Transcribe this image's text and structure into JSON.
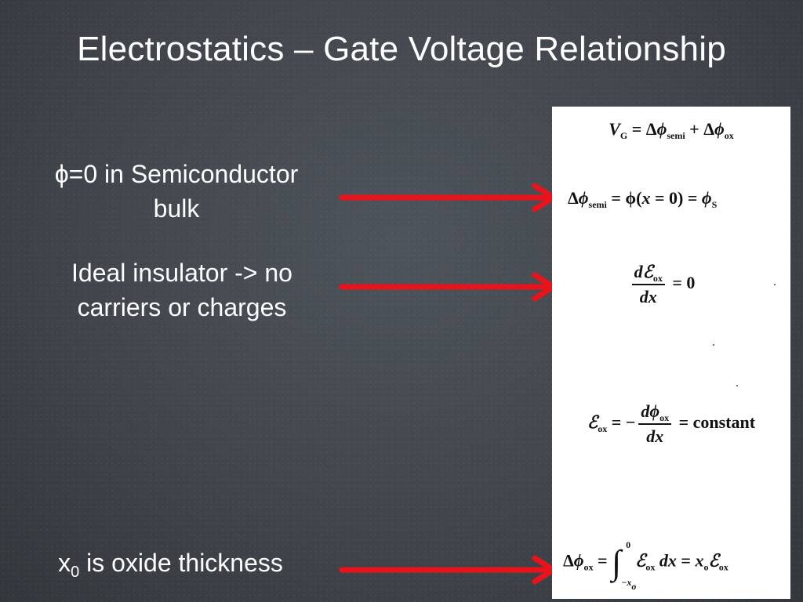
{
  "title": "Electrostatics – Gate Voltage Relationship",
  "annotations": [
    {
      "lines": [
        "ϕ=0 in Semiconductor",
        "bulk"
      ]
    },
    {
      "lines": [
        "Ideal insulator -> no",
        "carriers or charges"
      ]
    },
    {
      "subject": "x",
      "subscript": "0",
      "rest": " is oxide thickness"
    }
  ],
  "colors": {
    "arrow": "#e8131b",
    "panel_background": "#ffffff",
    "slide_background": "#44494f",
    "text": "#ffffff"
  },
  "equations": {
    "eq1": {
      "v": "V",
      "v_sub": "G",
      "eq": " = Δ",
      "phi1": "ϕ",
      "semi": "semi",
      "plus": " + Δ",
      "phi2": "ϕ",
      "ox": "ox"
    },
    "eq2": {
      "delta": "Δ",
      "phi": "ϕ",
      "semi": "semi",
      "mid": " = ϕ(",
      "x": "x",
      "paren": " = 0) = ",
      "phi_s": "ϕ",
      "s": "S"
    },
    "eq3": {
      "num_d": "d",
      "num_e": "ℰ",
      "num_ox": "ox",
      "den_d": "d",
      "den_x": "x",
      "rhs": " = 0"
    },
    "eq4": {
      "e": "ℰ",
      "ox": "ox",
      "eq_minus": " = −",
      "num_d": "d",
      "num_phi": "ϕ",
      "num_ox": "ox",
      "den_d": "d",
      "den_x": "x",
      "rhs": " = constant"
    },
    "eq5": {
      "delta": "Δ",
      "phi": "ϕ",
      "ox": "ox",
      "eq": " = ",
      "upper": "0",
      "lower_x": "−x",
      "lower_sub": "o",
      "integrand_e": "ℰ",
      "integrand_ox": "ox",
      "dx": " dx",
      "eq2": " = ",
      "x": "x",
      "x_sub": "o",
      "e": "ℰ",
      "e_ox": "ox"
    }
  }
}
